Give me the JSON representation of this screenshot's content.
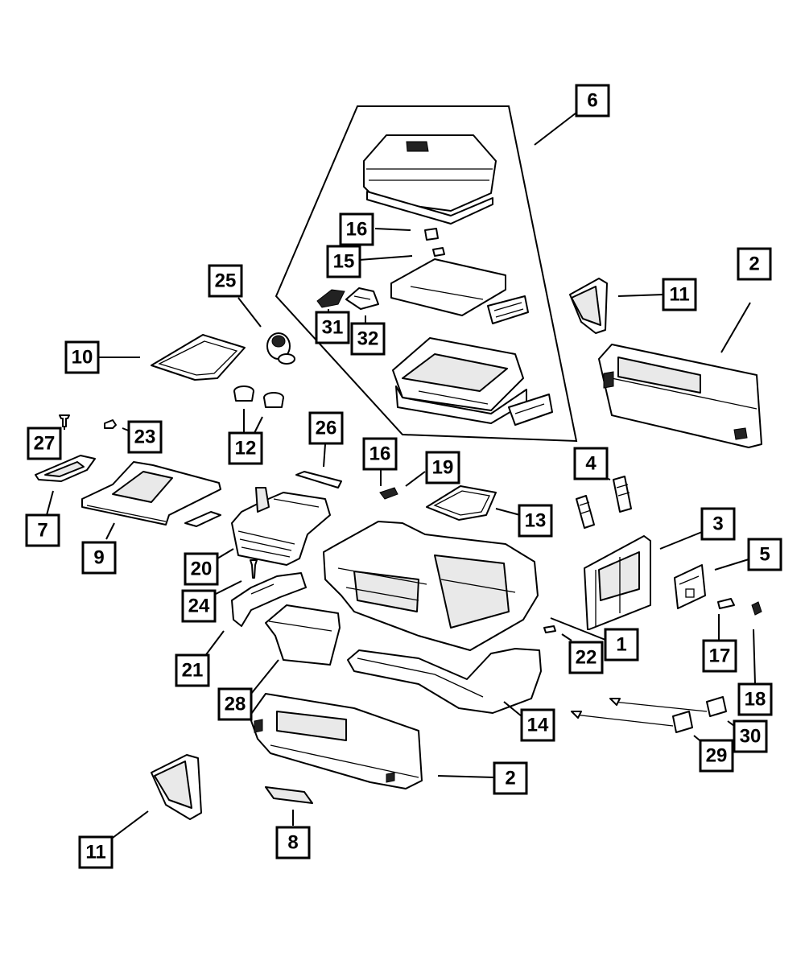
{
  "diagram": {
    "type": "exploded-parts-diagram",
    "subject": "floor console assembly",
    "callouts": [
      {
        "id": "c1",
        "label": "1"
      },
      {
        "id": "c2a",
        "label": "2"
      },
      {
        "id": "c2b",
        "label": "2"
      },
      {
        "id": "c3",
        "label": "3"
      },
      {
        "id": "c4",
        "label": "4"
      },
      {
        "id": "c5",
        "label": "5"
      },
      {
        "id": "c6",
        "label": "6"
      },
      {
        "id": "c7",
        "label": "7"
      },
      {
        "id": "c8",
        "label": "8"
      },
      {
        "id": "c9",
        "label": "9"
      },
      {
        "id": "c10",
        "label": "10"
      },
      {
        "id": "c11a",
        "label": "11"
      },
      {
        "id": "c11b",
        "label": "11"
      },
      {
        "id": "c12",
        "label": "12"
      },
      {
        "id": "c13",
        "label": "13"
      },
      {
        "id": "c14",
        "label": "14"
      },
      {
        "id": "c15",
        "label": "15"
      },
      {
        "id": "c16a",
        "label": "16"
      },
      {
        "id": "c16b",
        "label": "16"
      },
      {
        "id": "c17",
        "label": "17"
      },
      {
        "id": "c18",
        "label": "18"
      },
      {
        "id": "c19",
        "label": "19"
      },
      {
        "id": "c20",
        "label": "20"
      },
      {
        "id": "c21",
        "label": "21"
      },
      {
        "id": "c22",
        "label": "22"
      },
      {
        "id": "c23",
        "label": "23"
      },
      {
        "id": "c24",
        "label": "24"
      },
      {
        "id": "c25",
        "label": "25"
      },
      {
        "id": "c26",
        "label": "26"
      },
      {
        "id": "c27",
        "label": "27"
      },
      {
        "id": "c28",
        "label": "28"
      },
      {
        "id": "c29",
        "label": "29"
      },
      {
        "id": "c30",
        "label": "30"
      },
      {
        "id": "c31",
        "label": "31"
      },
      {
        "id": "c32",
        "label": "32"
      }
    ]
  }
}
